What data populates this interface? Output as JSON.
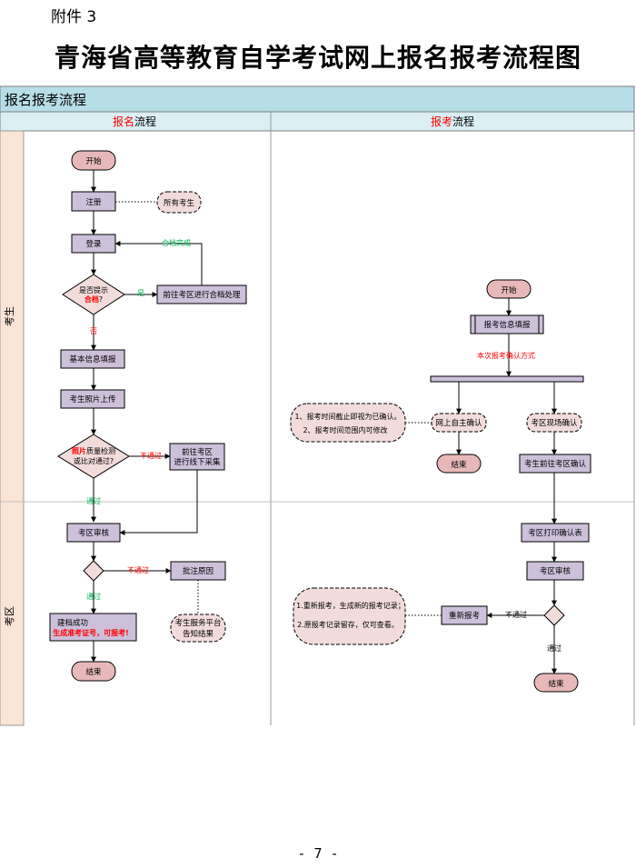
{
  "header": {
    "attachment": "附件 3",
    "title": "青海省高等教育自学考试网上报名报考流程图"
  },
  "table": {
    "section_title": "报名报考流程",
    "col_registration": {
      "prefix": "报名",
      "suffix": "流程"
    },
    "col_application": {
      "prefix": "报考",
      "suffix": "流程"
    },
    "lane_candidate": "考生",
    "lane_district": "考区"
  },
  "registration": {
    "start": "开始",
    "register": "注册",
    "all_candidates": "所有考生",
    "login": "登录",
    "merge_done": "合档完成",
    "decision_line1": "是否提示",
    "decision_line2": "合档",
    "decision_line2_suffix": "?",
    "yes": "是",
    "go_merge": "前往考区进行合档处理",
    "no": "否",
    "basic_info": "基本信息填报",
    "photo_upload": "考生照片上传",
    "photo_check_l1_red": "照片",
    "photo_check_l1_rest": "质量检测",
    "photo_check_l2": "或比对通过?",
    "not_pass": "不通过",
    "offline_l1": "前往考区",
    "offline_l2": "进行线下采集",
    "pass": "通过",
    "district_review": "考区审核",
    "not_pass_2": "不通过",
    "reject_reason": "批注原因",
    "pass_2": "通过",
    "notify_l1": "考生服务平台",
    "notify_l2": "告知结果",
    "success_l1": "建档成功",
    "success_l2": "生成准考证号，可报考!",
    "end": "结束"
  },
  "application": {
    "start": "开始",
    "info_fill": "报考信息填报",
    "confirm_method": "本次报考确认方式",
    "note1_l1": "1、报考时间截止即视为已确认。",
    "note1_l2": "2、报考时间范围内可修改",
    "online_confirm": "网上自主确认",
    "onsite_confirm": "考区现场确认",
    "end1": "结束",
    "go_district": "考生前往考区确认",
    "print_form": "考区打印确认表",
    "district_review": "考区审核",
    "not_pass": "不通过",
    "reapply": "重新报考",
    "note2_l1": "1.重新报考，生成新的报考记录；",
    "note2_l2": "2.原报考记录留存，仅可查看。",
    "pass": "通过",
    "end2": "结束"
  },
  "footer": {
    "page": "- 7 -"
  },
  "colors": {
    "header_bg": "#b7dde8",
    "subheader_bg": "#daeef3",
    "lane_bg": "#fbe4d5",
    "process_fill": "#ccc0da",
    "terminal_fill": "#e6b9b8",
    "decision_fill": "#f2dcdb",
    "green_text": "#00b050",
    "red_text": "#ff0000",
    "border": "#7f7f7f"
  }
}
